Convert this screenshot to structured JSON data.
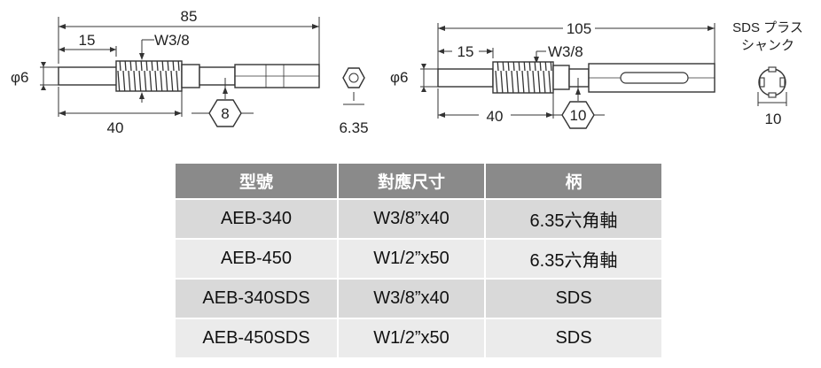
{
  "drawing_left": {
    "overall_length": "85",
    "thread_start": "15",
    "thread_spec": "W3/8",
    "diameter": "φ6",
    "thread_length": "40",
    "hex_size": "8",
    "shank_size": "6.35"
  },
  "drawing_right": {
    "overall_length": "105",
    "thread_start": "15",
    "thread_spec": "W3/8",
    "diameter": "φ6",
    "thread_length": "40",
    "hex_size": "10",
    "shank_title_line1": "SDS プラス",
    "shank_title_line2": "シャンク",
    "shank_size": "10"
  },
  "table": {
    "headers": [
      "型號",
      "對應尺寸",
      "柄"
    ],
    "rows": [
      [
        "AEB-340",
        "W3/8”x40",
        "6.35六角軸"
      ],
      [
        "AEB-450",
        "W1/2”x50",
        "6.35六角軸"
      ],
      [
        "AEB-340SDS",
        "W3/8”x40",
        "SDS"
      ],
      [
        "AEB-450SDS",
        "W1/2”x50",
        "SDS"
      ]
    ]
  }
}
